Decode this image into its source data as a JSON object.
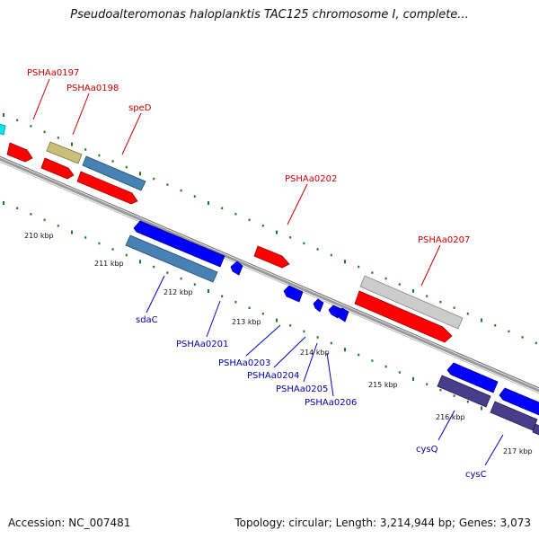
{
  "title": "Pseudoalteromonas haloplanktis TAC125 chromosome I, complete...",
  "footer": {
    "accession": "Accession: NC_007481",
    "summary": "Topology: circular; Length: 3,214,944 bp; Genes: 3,073"
  },
  "colors": {
    "forward_label": "#cc0000",
    "reverse_label": "#0000aa",
    "backbone": "#888888",
    "tick": "#1a7a1a",
    "leader_forward": "#cc0000",
    "leader_reverse": "#0000cc"
  },
  "scale_ticks": [
    {
      "label": "210 kbp",
      "kbp": 210
    },
    {
      "label": "211 kbp",
      "kbp": 211
    },
    {
      "label": "212 kbp",
      "kbp": 212
    },
    {
      "label": "213 kbp",
      "kbp": 213
    },
    {
      "label": "214 kbp",
      "kbp": 214
    },
    {
      "label": "215 kbp",
      "kbp": 215
    },
    {
      "label": "216 kbp",
      "kbp": 216
    },
    {
      "label": "217 kbp",
      "kbp": 217
    }
  ],
  "forward_genes": [
    {
      "name": "PSHAa0197",
      "color": "#ff0000"
    },
    {
      "name": "PSHAa0198",
      "color": "#ff0000"
    },
    {
      "name": "speD",
      "color": "#ff0000"
    },
    {
      "name": "PSHAa0202",
      "color": "#ff0000"
    },
    {
      "name": "PSHAa0207",
      "color": "#ff0000"
    }
  ],
  "reverse_genes": [
    {
      "name": "sdaC",
      "color": "#4682b4"
    },
    {
      "name": "PSHAa0201",
      "color": "#0000ff"
    },
    {
      "name": "PSHAa0203",
      "color": "#0000ff"
    },
    {
      "name": "PSHAa0204",
      "color": "#0000ff"
    },
    {
      "name": "PSHAa0205",
      "color": "#0000ff"
    },
    {
      "name": "PSHAa0206",
      "color": "#0000ff"
    },
    {
      "name": "cysQ",
      "color": "#483d8b"
    },
    {
      "name": "cysC",
      "color": "#483d8b"
    }
  ]
}
